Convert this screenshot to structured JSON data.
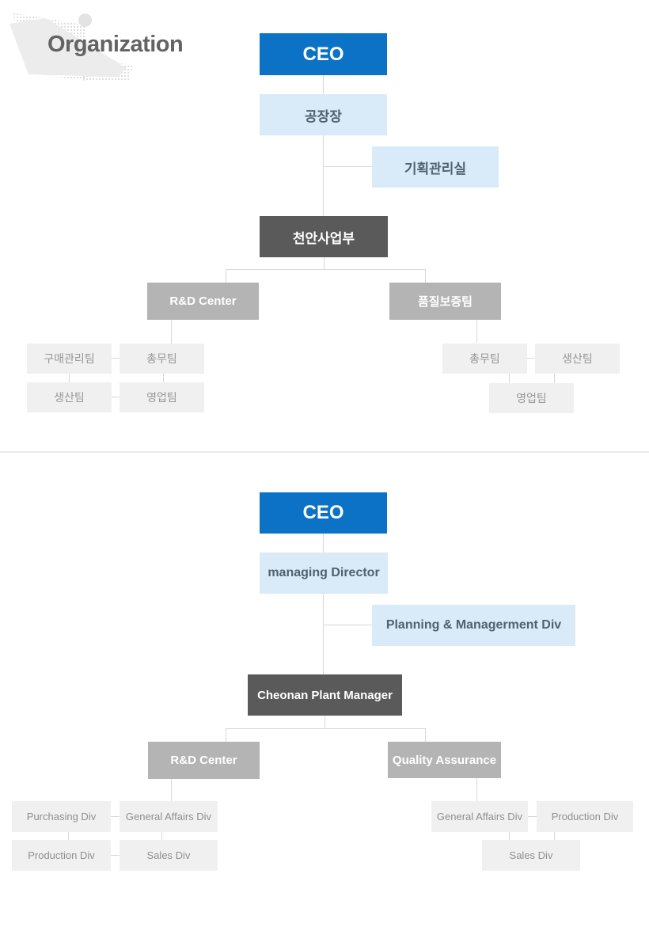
{
  "page_title": "Organization",
  "colors": {
    "accent_blue": "#0b72c6",
    "light_blue": "#d9ebf9",
    "dark_gray": "#5a5a5a",
    "mid_gray": "#b4b4b4",
    "child_gray": "#f0f0f0",
    "connector": "#d8d8d8"
  },
  "chart_ko": {
    "ceo": "CEO",
    "plant_manager": "공장장",
    "planning_office": "기획관리실",
    "cheonan_division": "천안사업부",
    "rnd_center": "R&D Center",
    "qa_team": "품질보증팀",
    "rnd_children": {
      "purchasing": "구매관리팀",
      "general_affairs": "총무팀",
      "production": "생산팀",
      "sales": "영업팀"
    },
    "qa_children": {
      "general_affairs": "총무팀",
      "production": "생산팀",
      "sales": "영업팀"
    }
  },
  "chart_en": {
    "ceo": "CEO",
    "managing_director": "managing Director",
    "planning_div": "Planning & Managerment Div",
    "cheonan_plant_manager": "Cheonan Plant Manager",
    "rnd_center": "R&D Center",
    "quality_assurance": "Quality Assurance",
    "rnd_children": {
      "purchasing": "Purchasing Div",
      "general_affairs": "General Affairs Div",
      "production": "Production Div",
      "sales": "Sales Div"
    },
    "qa_children": {
      "general_affairs": "General Affairs Div",
      "production": "Production Div",
      "sales": "Sales Div"
    }
  }
}
